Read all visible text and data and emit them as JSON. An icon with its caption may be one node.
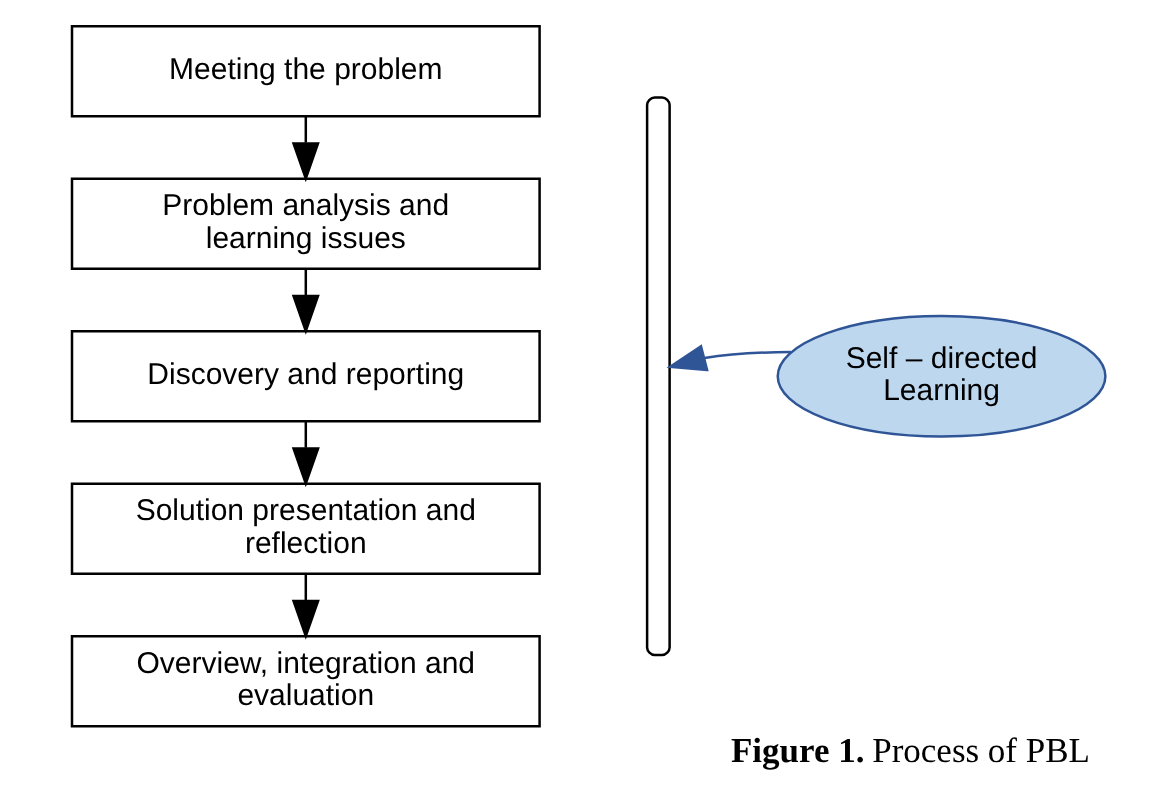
{
  "diagram": {
    "caption": "**Figure 1.** Process of PBL",
    "nodes": [
      {
        "text": [
          "Meeting the problem"
        ]
      },
      {
        "text": [
          "Problem analysis and learning issues"
        ]
      },
      {
        "text": [
          "Discovery and reporting"
        ]
      },
      {
        "text": [
          "Solution presentation and reflection"
        ]
      },
      {
        "text": [
          "Overview, integration and evaluation"
        ]
      },
      {
        "text": [],
        "shape": "bracket"
      },
      {
        "text": [
          "Self – directed Learning"
        ]
      }
    ],
    "edges": [
      {
        "from": 0,
        "to": 1,
        "arrow": "to"
      },
      {
        "from": 1,
        "to": 2,
        "arrow": "to"
      },
      {
        "from": 2,
        "to": 3,
        "arrow": "to"
      },
      {
        "from": 3,
        "to": 4,
        "arrow": "to"
      },
      {
        "from": 6,
        "to": 5,
        "arrow": "to",
        "color": "#2f5597"
      }
    ]
  }
}
